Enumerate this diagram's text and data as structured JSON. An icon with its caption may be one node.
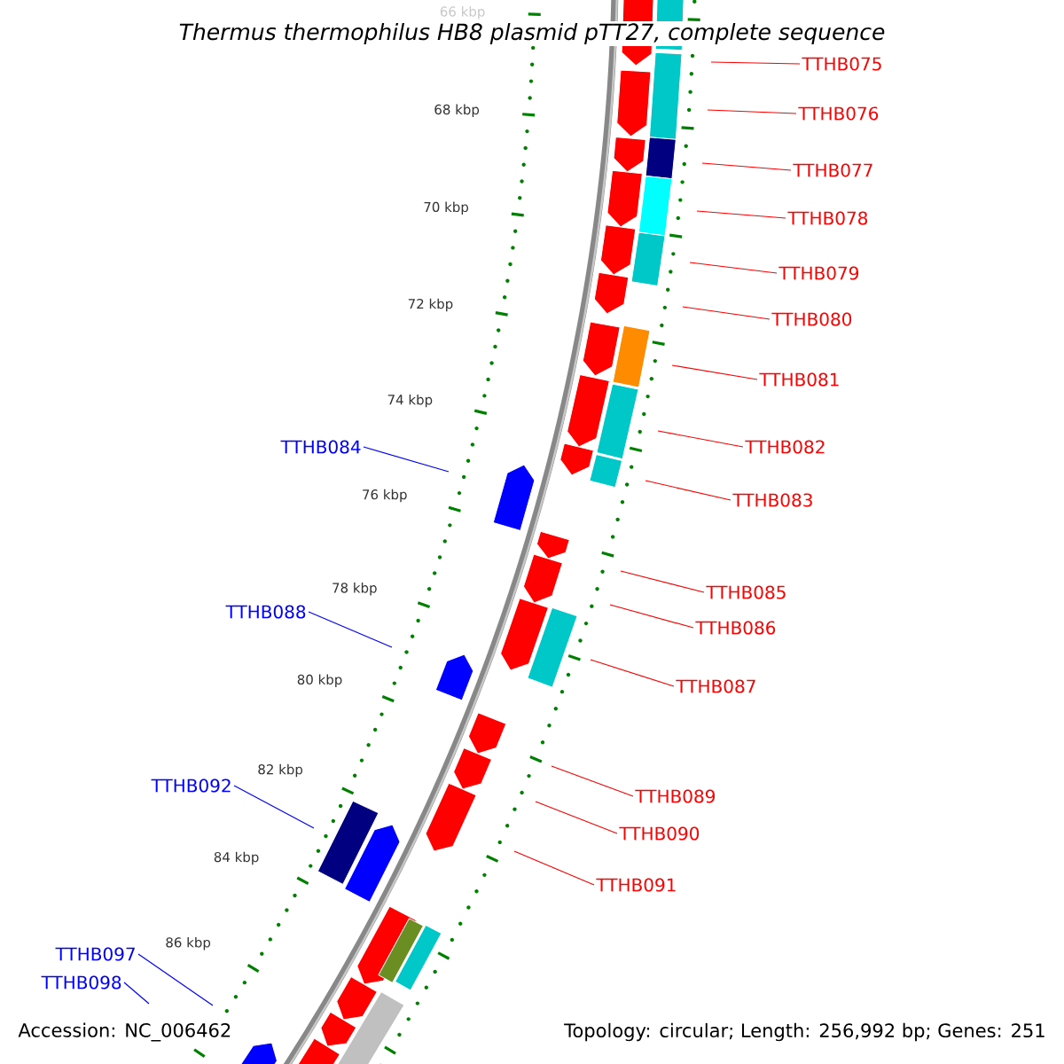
{
  "diagram": {
    "title": "Thermus thermophilus HB8 plasmid pTT27, complete sequence",
    "nodes": [
      {
        "text": [
          "TTHB075"
        ]
      },
      {
        "text": [
          "TTHB076"
        ]
      },
      {
        "text": [
          "TTHB077"
        ]
      },
      {
        "text": [
          "TTHB078"
        ]
      },
      {
        "text": [
          "TTHB079"
        ]
      },
      {
        "text": [
          "TTHB080"
        ]
      },
      {
        "text": [
          "TTHB081"
        ]
      },
      {
        "text": [
          "TTHB082"
        ]
      },
      {
        "text": [
          "TTHB083"
        ]
      },
      {
        "text": [
          "TTHB084"
        ]
      },
      {
        "text": [
          "TTHB085"
        ]
      },
      {
        "text": [
          "TTHB086"
        ]
      },
      {
        "text": [
          "TTHB087"
        ]
      },
      {
        "text": [
          "TTHB088"
        ]
      },
      {
        "text": [
          "TTHB089"
        ]
      },
      {
        "text": [
          "TTHB090"
        ]
      },
      {
        "text": [
          "TTHB091"
        ]
      },
      {
        "text": [
          "TTHB092"
        ]
      },
      {
        "text": [
          "TTHB097"
        ]
      },
      {
        "text": [
          "TTHB098"
        ]
      }
    ],
    "edges": [
      {
        "from": 0,
        "to": null,
        "arrow": "none"
      },
      {
        "from": 1,
        "to": null,
        "arrow": "none"
      },
      {
        "from": 2,
        "to": null,
        "arrow": "none"
      },
      {
        "from": 3,
        "to": null,
        "arrow": "none"
      },
      {
        "from": 4,
        "to": null,
        "arrow": "none"
      },
      {
        "from": 5,
        "to": null,
        "arrow": "none"
      },
      {
        "from": 6,
        "to": null,
        "arrow": "none"
      },
      {
        "from": 7,
        "to": null,
        "arrow": "none"
      },
      {
        "from": 8,
        "to": null,
        "arrow": "none"
      },
      {
        "from": 9,
        "to": null,
        "arrow": "none",
        "color": "#0000ff"
      },
      {
        "from": 10,
        "to": null,
        "arrow": "none"
      },
      {
        "from": 11,
        "to": null,
        "arrow": "none"
      },
      {
        "from": 12,
        "to": null,
        "arrow": "none"
      },
      {
        "from": 13,
        "to": null,
        "arrow": "none",
        "color": "#0000ff"
      },
      {
        "from": 14,
        "to": null,
        "arrow": "none"
      },
      {
        "from": 15,
        "to": null,
        "arrow": "none"
      },
      {
        "from": 16,
        "to": null,
        "arrow": "none"
      },
      {
        "from": 17,
        "to": null,
        "arrow": "none",
        "color": "#0000ff"
      },
      {
        "from": 18,
        "to": null,
        "arrow": "none",
        "color": "#0000ff"
      },
      {
        "from": 19,
        "to": null,
        "arrow": "none",
        "color": "#0000ff"
      }
    ],
    "labels": [
      "66 kbp",
      "68 kbp",
      "70 kbp",
      "72 kbp",
      "74 kbp",
      "76 kbp",
      "78 kbp",
      "80 kbp",
      "82 kbp",
      "84 kbp",
      "86 kbp",
      "Accession: NC_006462",
      "Topology: circular; Length: 256,992 bp; Genes: 251"
    ]
  }
}
